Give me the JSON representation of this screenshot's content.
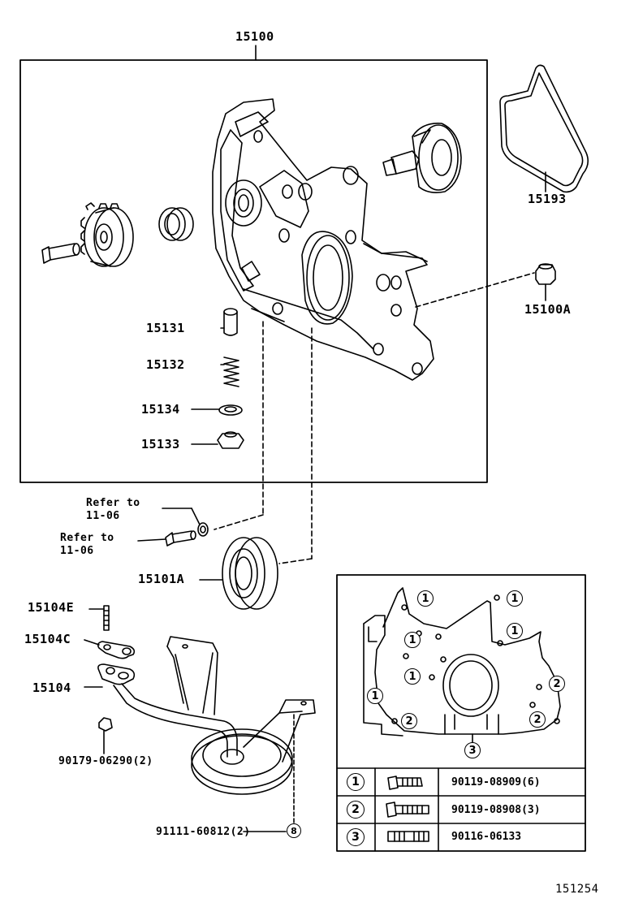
{
  "labels": {
    "assembly": "15100",
    "gasket": "15193",
    "relief_plug": "15100A",
    "relief_valve": "15131",
    "spring": "15132",
    "gasket_small": "15134",
    "plug": "15133",
    "oil_seal": "15101A",
    "stud": "15104E",
    "strainer_gasket": "15104C",
    "strainer": "15104",
    "nut": "90179-06290(2)",
    "bolt": "91111-60812(2)",
    "ref1_line1": "Refer to",
    "ref1_line2": "11-06",
    "ref2_line1": "Refer to",
    "ref2_line2": "11-06",
    "figure_id": "151254",
    "bolt_badge": "8"
  },
  "inset": {
    "callout_1": "1",
    "callout_2": "2",
    "callout_3": "3",
    "rows": [
      {
        "key": "1",
        "part": "90119-08909(6)"
      },
      {
        "key": "2",
        "part": "90119-08908(3)"
      },
      {
        "key": "3",
        "part": "90116-06133"
      }
    ]
  }
}
